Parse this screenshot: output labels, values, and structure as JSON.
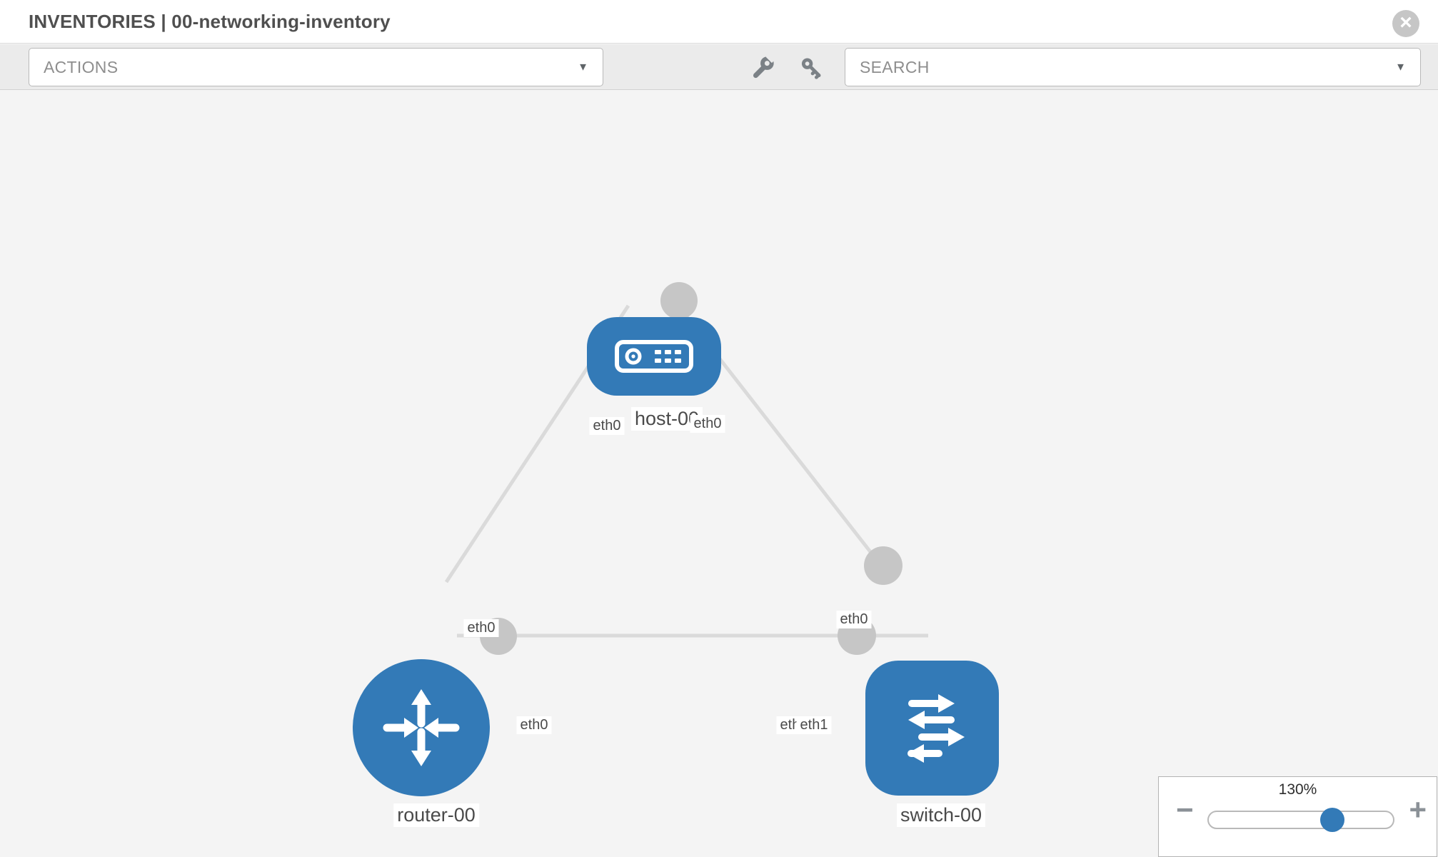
{
  "header": {
    "title": "INVENTORIES | 00-networking-inventory"
  },
  "toolbar": {
    "actions_label": "ACTIONS",
    "search_label": "SEARCH"
  },
  "icons": {
    "close": "×",
    "chevron_down": "▼",
    "minus": "−",
    "plus": "+"
  },
  "topology": {
    "nodes": [
      {
        "id": "host-00",
        "type": "host",
        "label": "host-00"
      },
      {
        "id": "router-00",
        "type": "router",
        "label": "router-00"
      },
      {
        "id": "switch-00",
        "type": "switch",
        "label": "switch-00"
      }
    ],
    "links": [
      {
        "source": "host-00",
        "target": "router-00",
        "source_interface": "eth0",
        "target_interface": "eth0"
      },
      {
        "source": "host-00",
        "target": "switch-00",
        "source_interface": "eth0",
        "target_interface": "eth0"
      },
      {
        "source": "router-00",
        "target": "switch-00",
        "source_interface": "eth0",
        "target_interface": "eth1",
        "target_interface_overlapped": "eth0"
      }
    ]
  },
  "zoom_control": {
    "value": "130%"
  },
  "colors": {
    "node_blue": "#337ab7",
    "link_gray": "#dadada",
    "interface_dot_gray": "#c6c6c6",
    "toolbar_bg": "#ebebeb",
    "canvas_bg": "#f4f4f4"
  }
}
